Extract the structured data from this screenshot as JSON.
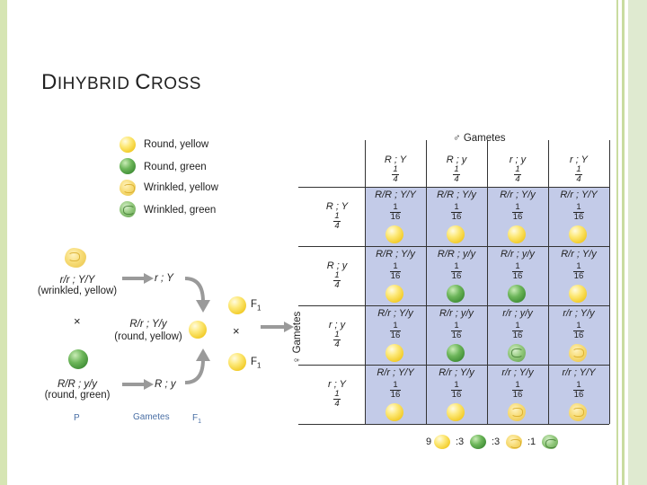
{
  "slide": {
    "title_first": "D",
    "title_rest": "IHYBRID ",
    "title_first2": "C",
    "title_rest2": "ROSS"
  },
  "colors": {
    "frame_green": "#c9dca0",
    "grid_fill": "#c3cbe8"
  },
  "legend": [
    {
      "phenotype": "ry",
      "label": "Round, yellow"
    },
    {
      "phenotype": "rg",
      "label": "Round, green"
    },
    {
      "phenotype": "wy",
      "label": "Wrinkled, yellow"
    },
    {
      "phenotype": "wg",
      "label": "Wrinkled, green"
    }
  ],
  "cross": {
    "p1_genotype": "r/r ; Y/Y",
    "p1_phenotype": "(wrinkled, yellow)",
    "p1_gamete": "r ; Y",
    "times": "×",
    "p2_genotype": "R/R ; y/y",
    "p2_phenotype": "(round, green)",
    "p2_gamete": "R ; y",
    "f1_genotype": "R/r ; Y/y",
    "f1_phenotype": "(round, yellow)",
    "f1_label": "F",
    "f1_sub": "1",
    "f1_times": "×",
    "bottom_p": "P",
    "bottom_gametes": "Gametes",
    "bottom_f1": "F",
    "bottom_f1_sub": "1"
  },
  "punnett": {
    "male_label": "♂ Gametes",
    "female_label": "♀ Gametes",
    "col_gametes": [
      "R ; Y",
      "R ; y",
      "r ; y",
      "r ; Y"
    ],
    "row_gametes": [
      "R ; Y",
      "R ; y",
      "r ; y",
      "r ; Y"
    ],
    "quarter_num": "1",
    "quarter_den": "4",
    "cell_num": "1",
    "cell_den": "16",
    "cells": [
      [
        {
          "g": "R/R ; Y/Y",
          "p": "ry"
        },
        {
          "g": "R/R ; Y/y",
          "p": "ry"
        },
        {
          "g": "R/r ; Y/y",
          "p": "ry"
        },
        {
          "g": "R/r ; Y/Y",
          "p": "ry"
        }
      ],
      [
        {
          "g": "R/R ; Y/y",
          "p": "ry"
        },
        {
          "g": "R/R ; y/y",
          "p": "rg"
        },
        {
          "g": "R/r ; y/y",
          "p": "rg"
        },
        {
          "g": "R/r ; Y/y",
          "p": "ry"
        }
      ],
      [
        {
          "g": "R/r ; Y/y",
          "p": "ry"
        },
        {
          "g": "R/r ; y/y",
          "p": "rg"
        },
        {
          "g": "r/r ; y/y",
          "p": "wg"
        },
        {
          "g": "r/r ; Y/y",
          "p": "wy"
        }
      ],
      [
        {
          "g": "R/r ; Y/Y",
          "p": "ry"
        },
        {
          "g": "R/r ; Y/y",
          "p": "ry"
        },
        {
          "g": "r/r ; Y/y",
          "p": "wy"
        },
        {
          "g": "r/r ; Y/Y",
          "p": "wy"
        }
      ]
    ]
  },
  "ratio": [
    {
      "n": "9",
      "p": "ry"
    },
    {
      "n": ":3",
      "p": "rg"
    },
    {
      "n": ":3",
      "p": "wy"
    },
    {
      "n": ":1",
      "p": "wg"
    }
  ]
}
